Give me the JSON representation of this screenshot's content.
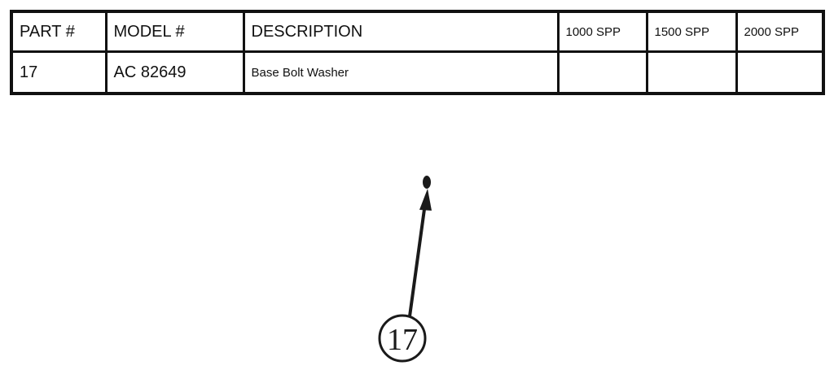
{
  "table": {
    "headers": [
      "PART #",
      "MODEL #",
      "DESCRIPTION",
      "1000 SPP",
      "1500 SPP",
      "2000 SPP"
    ],
    "rows": [
      {
        "part": "17",
        "model": "AC 82649",
        "description": "Base Bolt Washer",
        "spp1000": "",
        "spp1500": "",
        "spp2000": ""
      }
    ]
  },
  "diagram": {
    "callout_label": "17"
  }
}
